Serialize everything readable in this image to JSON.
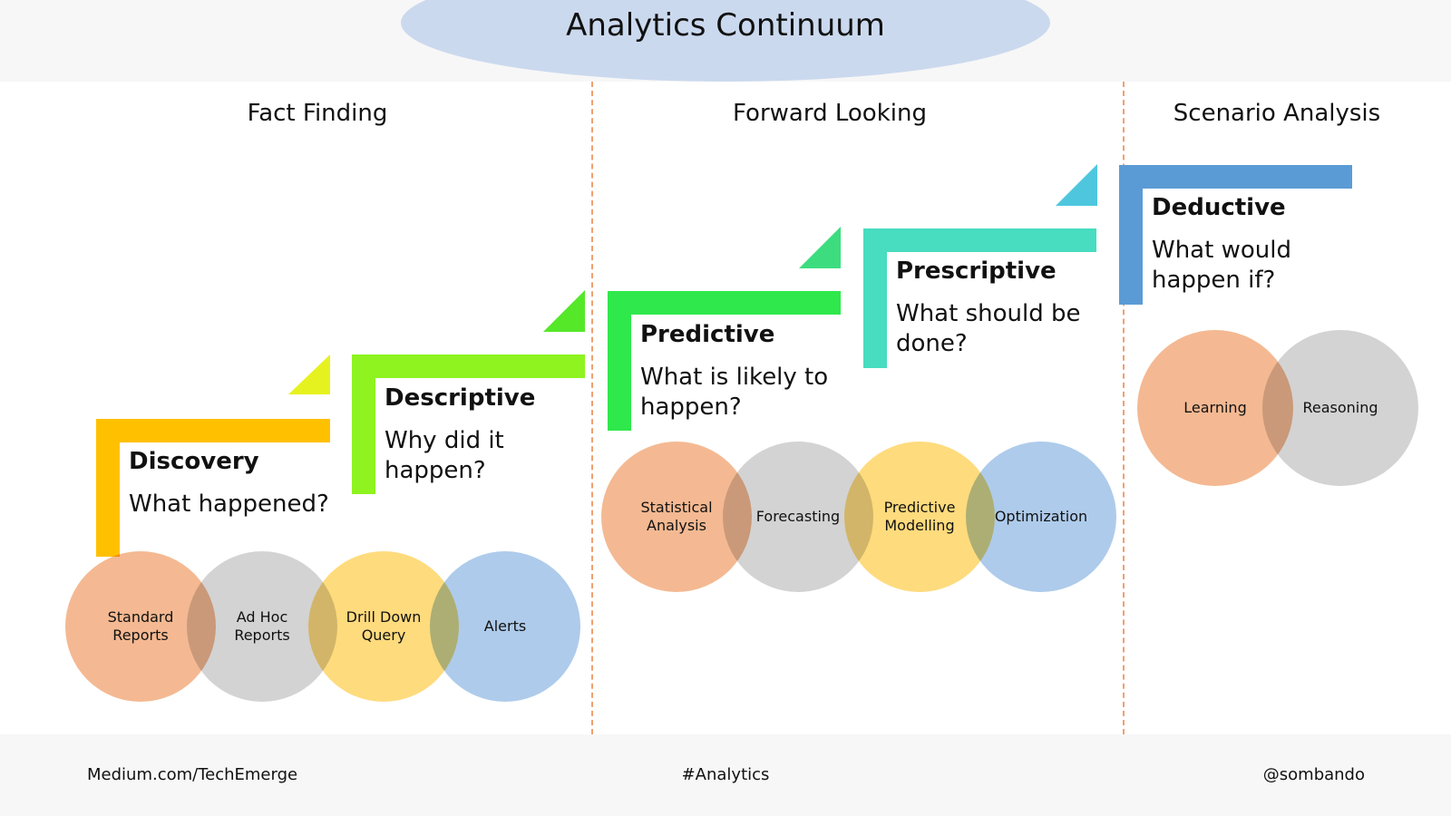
{
  "title": "Analytics Continuum",
  "sections": {
    "fact_finding": "Fact Finding",
    "forward_looking": "Forward Looking",
    "scenario_analysis": "Scenario Analysis"
  },
  "stages": {
    "discovery": {
      "title": "Discovery",
      "question": "What happened?",
      "color": "#ffc000",
      "accent": "#e6f21f"
    },
    "descriptive": {
      "title": "Descriptive",
      "question": "Why did it happen?",
      "color": "#8ef31f",
      "accent": "#55e829"
    },
    "predictive": {
      "title": "Predictive",
      "question": "What is likely to happen?",
      "color": "#2fe84c",
      "accent": "#3ddd7f"
    },
    "prescriptive": {
      "title": "Prescriptive",
      "question": "What should be done?",
      "color": "#48dcc0",
      "accent": "#4ec7de"
    },
    "deductive": {
      "title": "Deductive",
      "question": "What would happen if?",
      "color": "#5b9bd5"
    }
  },
  "circles": {
    "fact_finding": [
      "Standard\nReports",
      "Ad Hoc\nReports",
      "Drill Down\nQuery",
      "Alerts"
    ],
    "forward_looking": [
      "Statistical\nAnalysis",
      "Forecasting",
      "Predictive\nModelling",
      "Optimization"
    ],
    "scenario_analysis": [
      "Learning",
      "Reasoning"
    ]
  },
  "footer": {
    "left": "Medium.com/TechEmerge",
    "center": "#Analytics",
    "right": "@sombando"
  }
}
